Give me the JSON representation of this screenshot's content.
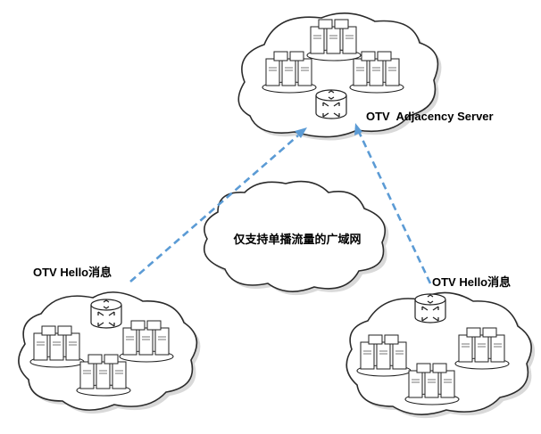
{
  "labels": {
    "adjacency_server": "OTV  Adjacency Server",
    "hello_left": "OTV Hello消息",
    "hello_right": "OTV Hello消息",
    "wan": "仅支持单播流量的广域网"
  },
  "colors": {
    "connector": "#5b9bd5",
    "outline": "#2b2b2b",
    "cloud_shadow": "#d9d9d9"
  },
  "icons": {
    "router": "router-icon",
    "server_rack": "server-rack-icon",
    "cloud": "cloud-icon"
  }
}
